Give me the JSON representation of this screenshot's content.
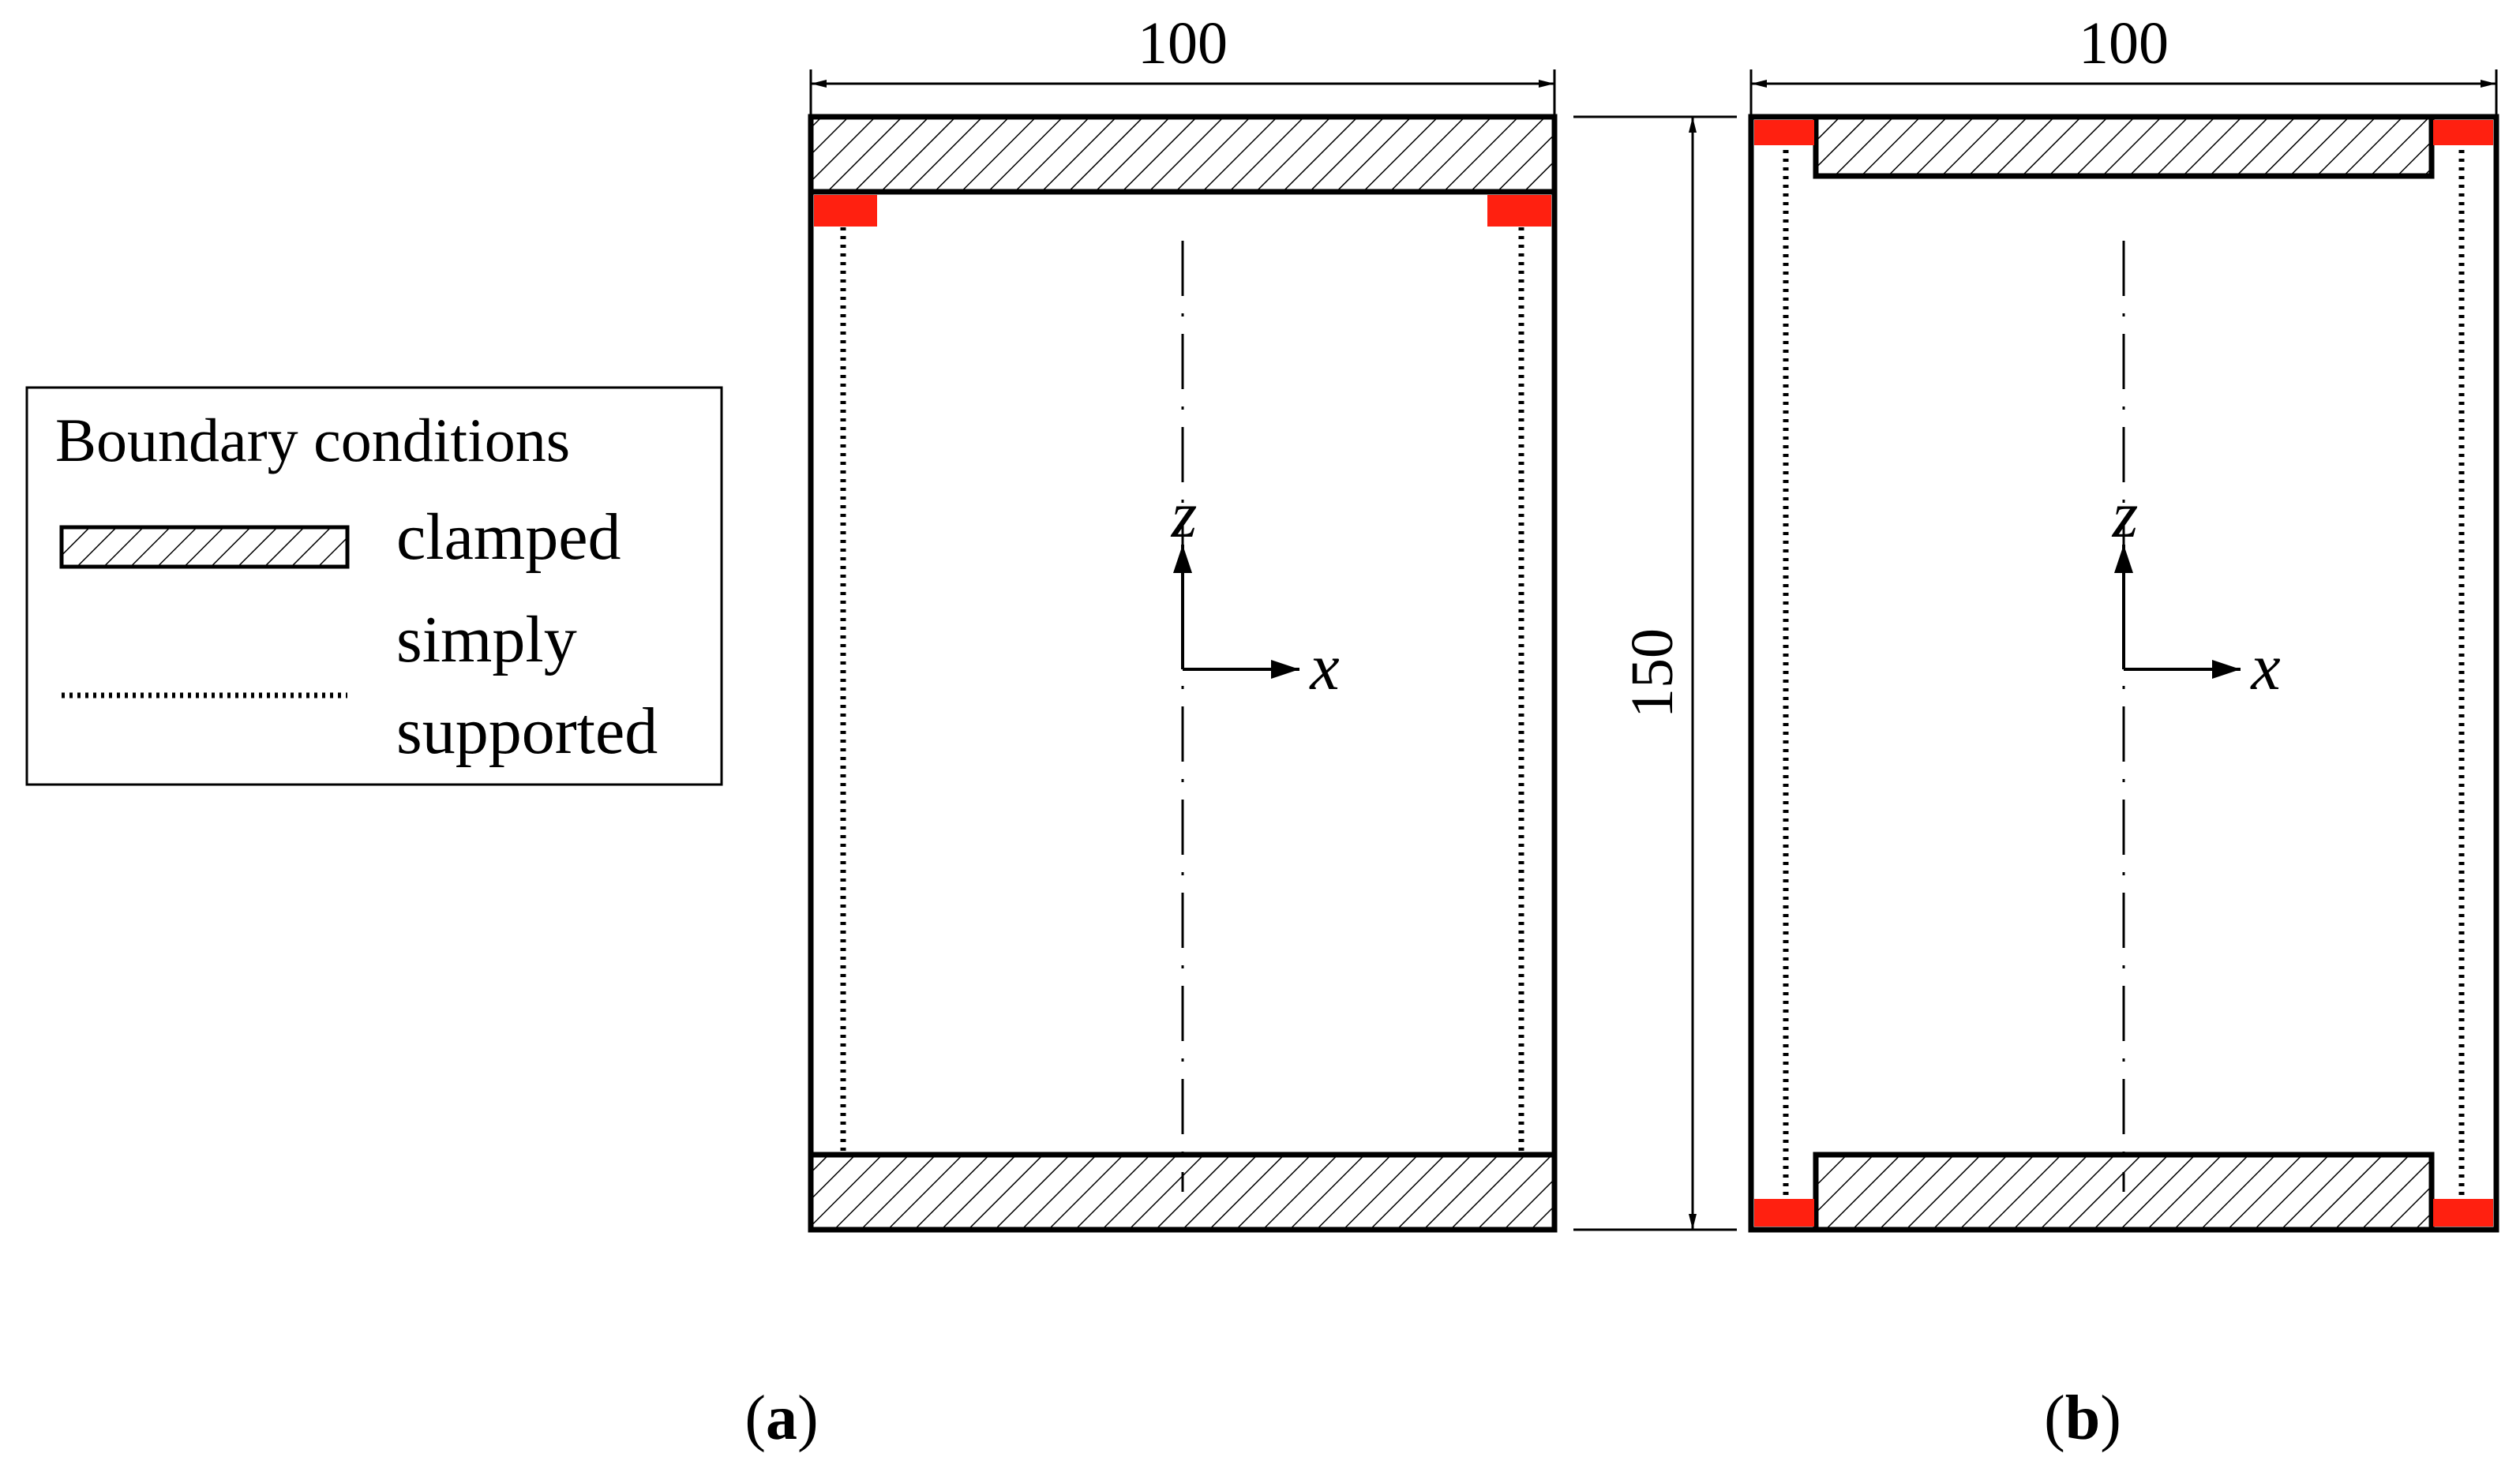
{
  "legend": {
    "title": "Boundary conditions",
    "clamped_label": "clamped",
    "simply_supported_label_line1": "simply",
    "simply_supported_label_line2": "supported"
  },
  "dimensions": {
    "width_a": "100",
    "width_b": "100",
    "height": "150"
  },
  "axes": {
    "vertical": "z",
    "horizontal": "x"
  },
  "panels": {
    "a_label_open": "(",
    "a_label": "a",
    "a_label_close": ")",
    "b_label_open": "(",
    "b_label": "b",
    "b_label_close": ")"
  },
  "colors": {
    "stroke": "#000000",
    "corner_marker": "#ff2010",
    "background": "#ffffff"
  }
}
